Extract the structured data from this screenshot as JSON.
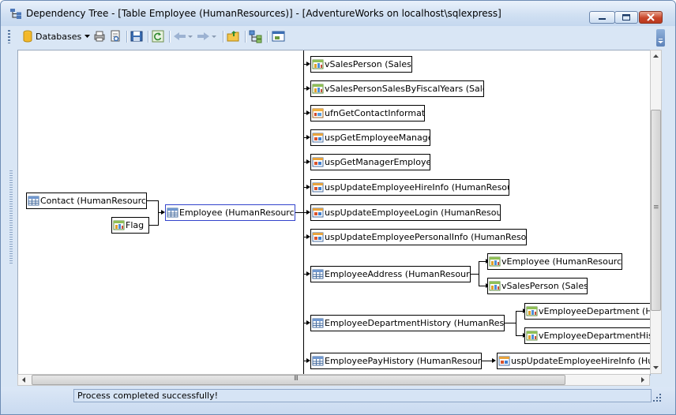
{
  "window": {
    "title": "Dependency Tree - [Table Employee (HumanResources)] - [AdventureWorks on localhost\\sqlexpress]",
    "icons": [
      "tree-icon"
    ]
  },
  "toolbar": {
    "databases_label": "Databases",
    "icons": [
      "database-icon",
      "printer-icon",
      "print-preview-icon",
      "save-image-icon",
      "refresh-icon",
      "back-icon",
      "forward-icon",
      "open-folder-icon",
      "tree-layout-icon",
      "window-icon"
    ]
  },
  "tree": {
    "root": {
      "label": "Employee (HumanResources)",
      "icon": "table-icon"
    },
    "parents": [
      {
        "label": "Contact (HumanResources)",
        "icon": "table-icon"
      },
      {
        "label": "Flag",
        "icon": "view-icon"
      }
    ],
    "children": [
      {
        "label": "vSalesPerson (Sales)",
        "icon": "view-icon"
      },
      {
        "label": "vSalesPersonSalesByFiscalYears (Sales)",
        "icon": "view-icon"
      },
      {
        "label": "ufnGetContactInformation",
        "icon": "function-icon"
      },
      {
        "label": "uspGetEmployeeManagers",
        "icon": "procedure-icon"
      },
      {
        "label": "uspGetManagerEmployees",
        "icon": "procedure-icon"
      },
      {
        "label": "uspUpdateEmployeeHireInfo (HumanResources)",
        "icon": "procedure-icon"
      },
      {
        "label": "uspUpdateEmployeeLogin (HumanResources)",
        "icon": "procedure-icon"
      },
      {
        "label": "uspUpdateEmployeePersonalInfo (HumanResources)",
        "icon": "procedure-icon"
      },
      {
        "label": "EmployeeAddress (HumanResources)",
        "icon": "table-icon",
        "children": [
          {
            "label": "vEmployee (HumanResources)",
            "icon": "view-icon"
          },
          {
            "label": "vSalesPerson (Sales)",
            "icon": "view-icon"
          }
        ]
      },
      {
        "label": "EmployeeDepartmentHistory (HumanResources)",
        "icon": "table-icon",
        "children": [
          {
            "label": "vEmployeeDepartment (HumanResources)",
            "icon": "view-icon"
          },
          {
            "label": "vEmployeeDepartmentHistory (HumanResources)",
            "icon": "view-icon"
          }
        ]
      },
      {
        "label": "EmployeePayHistory (HumanResources)",
        "icon": "table-icon",
        "children": [
          {
            "label": "uspUpdateEmployeeHireInfo (HumanResources)",
            "icon": "procedure-icon"
          }
        ]
      }
    ]
  },
  "scrollbar": {
    "h_thumb_glyph": "III",
    "v_thumb_glyph": "≡"
  },
  "status": {
    "text": "Process completed successfully!"
  }
}
